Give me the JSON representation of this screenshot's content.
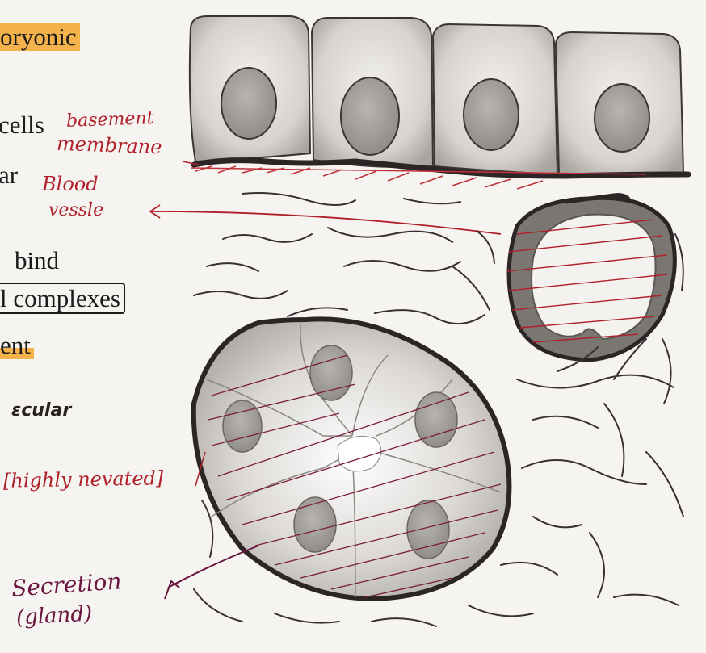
{
  "printed_text": {
    "line1": "oryonic",
    "line2": "cells",
    "line3": "ar",
    "line4": "bind",
    "line5": "l complexes",
    "line6": "ent"
  },
  "handwriting": {
    "scular": "ɛcular",
    "basement": "basement",
    "membrane": "membrane",
    "blood": "Blood",
    "vessle": "vessle",
    "highly": "[highly nevated]",
    "secretion": "Secretion",
    "gland": "(gland)"
  },
  "colors": {
    "highlight": "#f4b24a",
    "red_ink": "#b0202a",
    "maroon_ink": "#6a1640",
    "cell_fill": "#d8d6d2",
    "nucleus_fill": "#9a9792",
    "outline": "#3a3534"
  }
}
